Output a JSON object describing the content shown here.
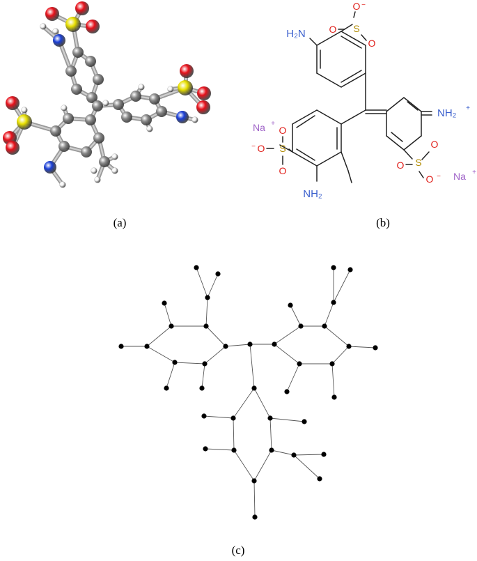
{
  "captions": {
    "a": "(a)",
    "b": "(b)",
    "c": "(c)"
  },
  "structure": {
    "labels": {
      "amino_top": "H₂N",
      "amino_bottom": "NH₂",
      "iminium": "NH₂",
      "na_left": "Na",
      "na_right": "Na",
      "oxygen": "O",
      "sulfur": "S",
      "plus": "+",
      "minus": "−"
    },
    "colors": {
      "nitrogen": "#3a5fcd",
      "sulfur": "#b08a00",
      "oxygen": "#e0201b",
      "sodium": "#a064c8",
      "bond": "#222222"
    }
  },
  "model3d": {
    "colors": {
      "carbon": "#8c8c8c",
      "oxygen": "#e8101a",
      "sulfur": "#e8e000",
      "nitrogen": "#1a3fd8",
      "hydrogen": "#f4f4f4"
    }
  },
  "graph": {
    "node_color": "#000000",
    "edge_color": "#555555"
  }
}
